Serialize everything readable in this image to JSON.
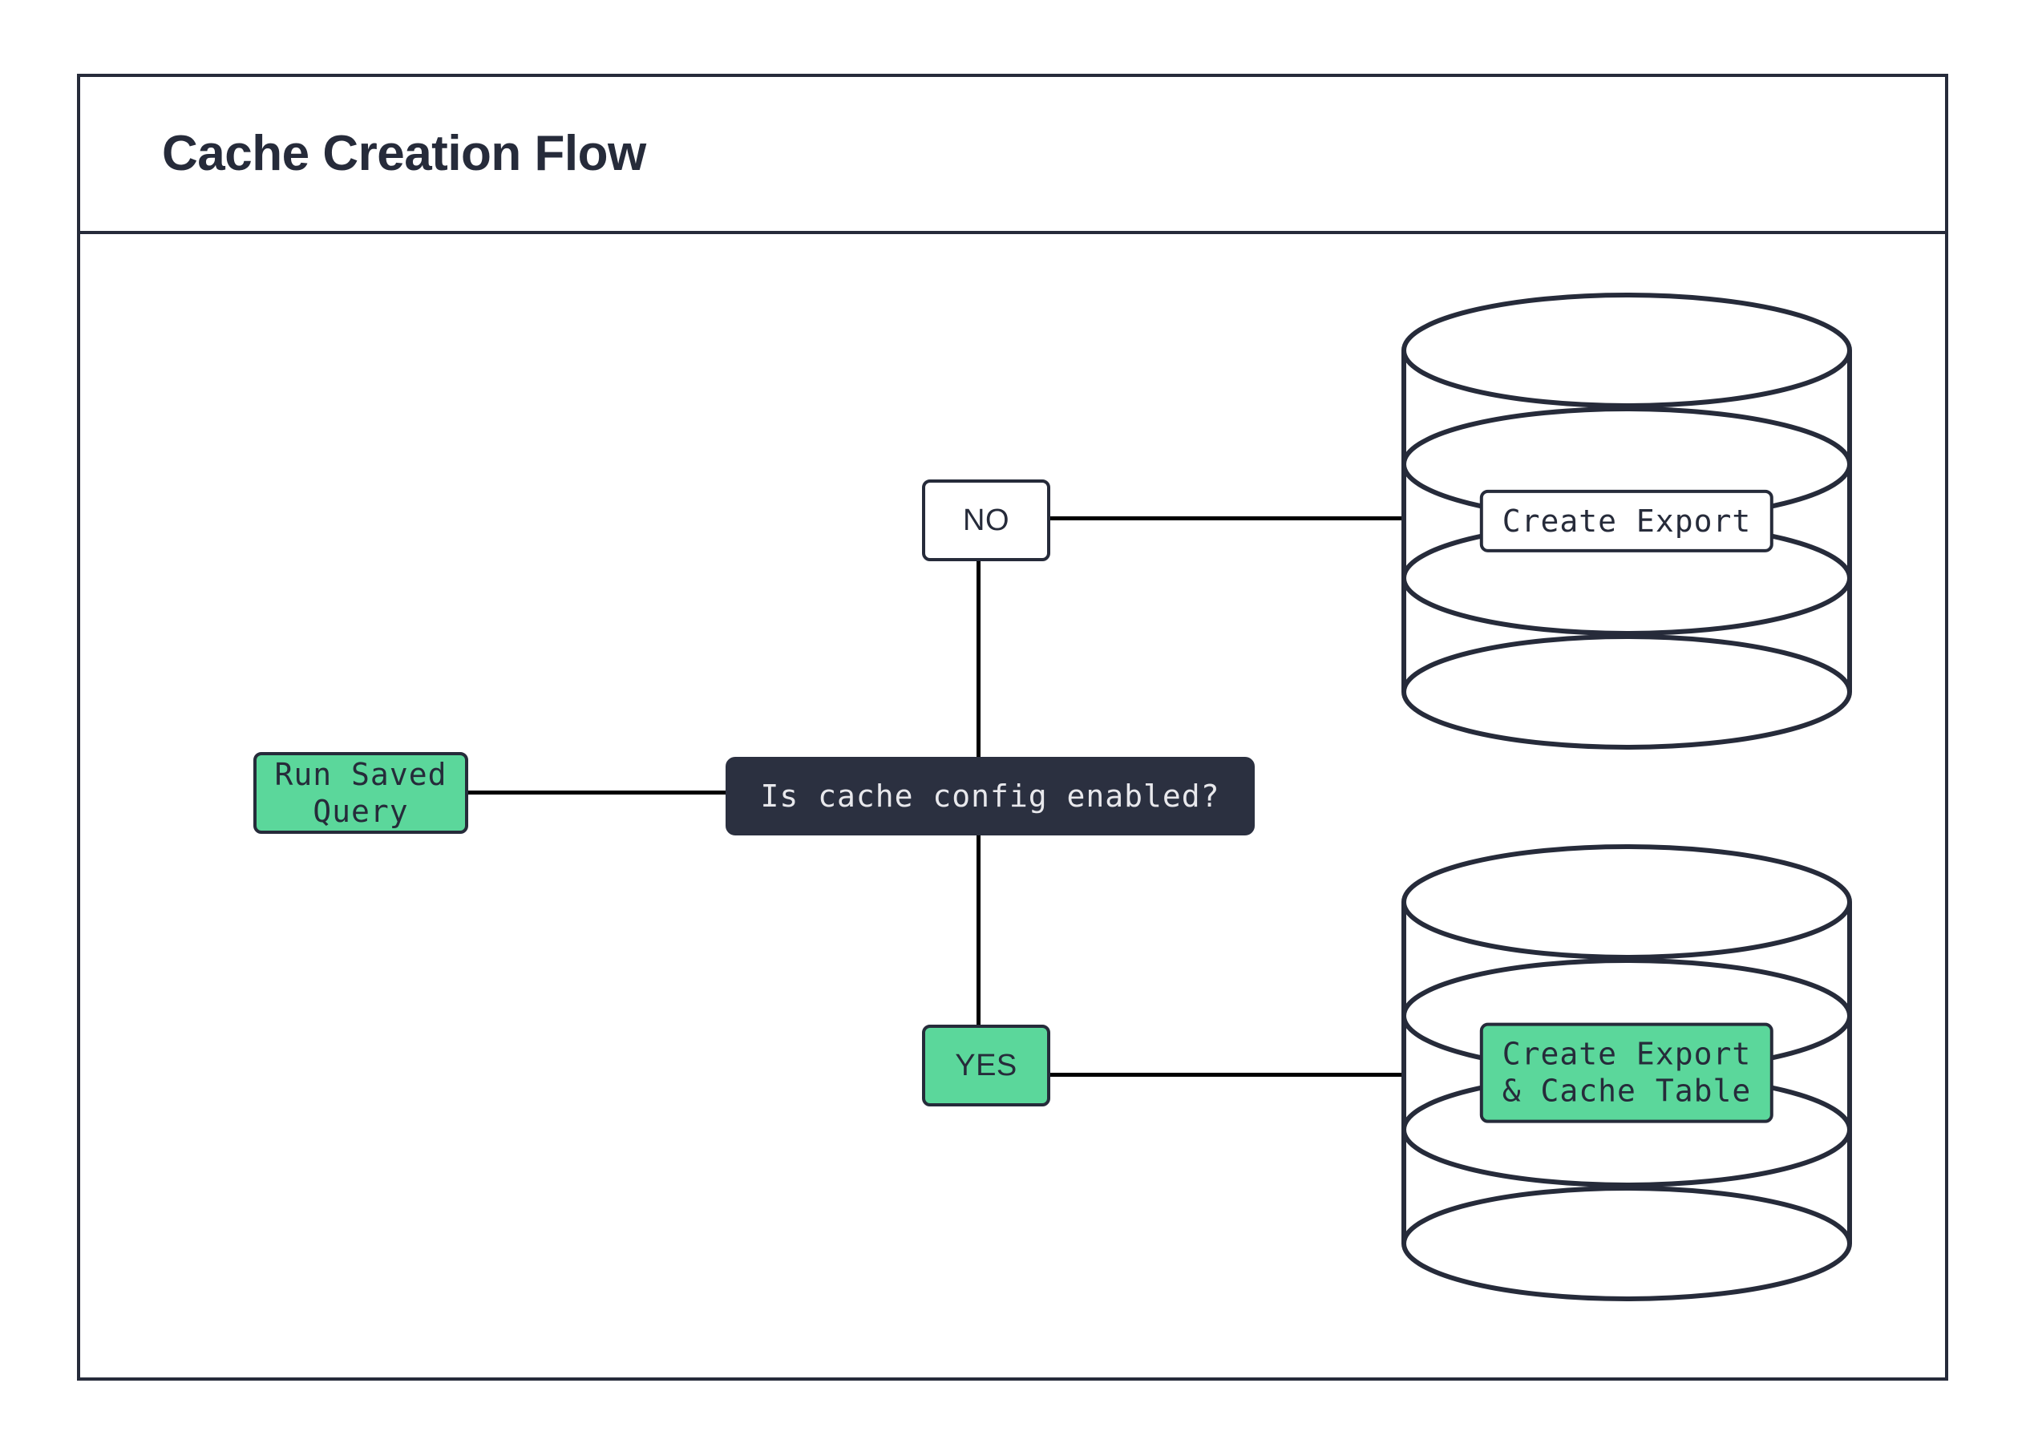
{
  "diagram": {
    "title": "Cache Creation Flow",
    "type": "flowchart",
    "colors": {
      "accent_green": "#5BD79B",
      "dark_navy": "#262B3A",
      "decision_fill": "#2B3040",
      "decision_text": "#E8E8EC",
      "canvas": "#FFFFFF",
      "edge": "#000000"
    },
    "nodes": {
      "run_saved_query": {
        "label": "Run Saved Query",
        "shape": "rounded-rect",
        "fill": "green"
      },
      "decision": {
        "label": "Is cache config enabled?",
        "shape": "rounded-rect",
        "fill": "dark"
      },
      "branch_no": {
        "label": "NO",
        "shape": "rounded-rect",
        "fill": "white"
      },
      "branch_yes": {
        "label": "YES",
        "shape": "rounded-rect",
        "fill": "green"
      },
      "database_top": {
        "label": "Create Export",
        "shape": "cylinder",
        "label_fill": "white"
      },
      "database_bottom": {
        "label": "Create Export\n& Cache Table",
        "shape": "cylinder",
        "label_fill": "green"
      }
    },
    "edges": [
      {
        "from": "run_saved_query",
        "to": "decision",
        "label": ""
      },
      {
        "from": "decision",
        "to": "branch_no",
        "label": ""
      },
      {
        "from": "branch_no",
        "to": "database_top",
        "label": ""
      },
      {
        "from": "decision",
        "to": "branch_yes",
        "label": ""
      },
      {
        "from": "branch_yes",
        "to": "database_bottom",
        "label": ""
      }
    ]
  }
}
